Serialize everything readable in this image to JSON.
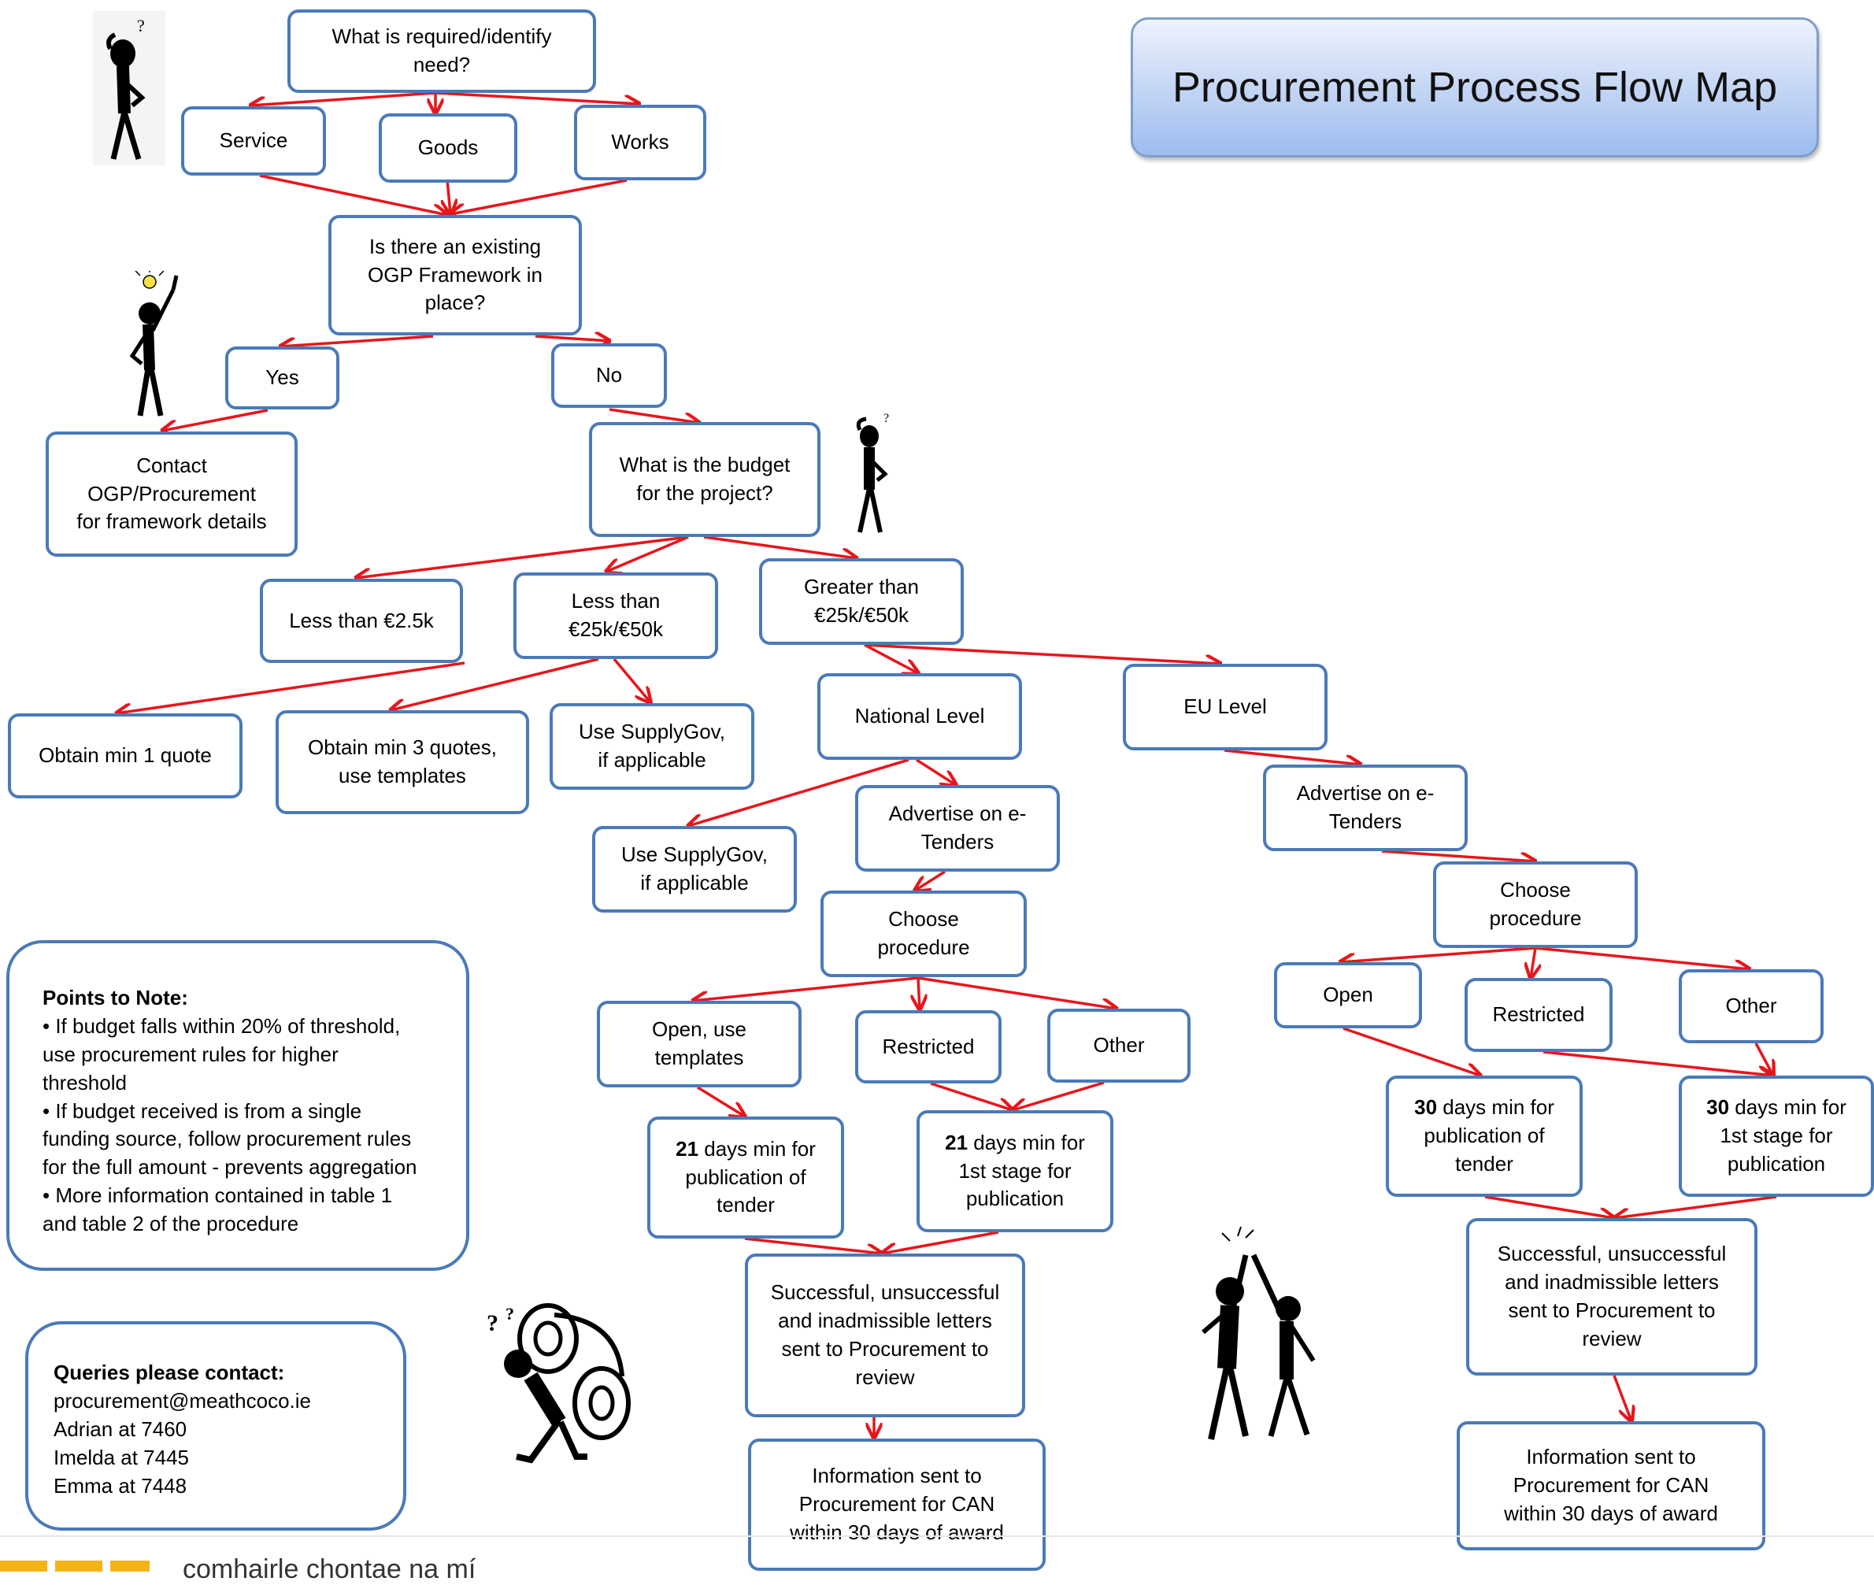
{
  "title": "Procurement Process Flow Map",
  "colors": {
    "box_border": "#4a7ab8",
    "arrow": "#e8151b",
    "title_gradient_top": "#eef3fd",
    "title_gradient_bottom": "#9dbcf0"
  },
  "nodes": {
    "identify_need": [
      "What is required/identify",
      "need?"
    ],
    "service": [
      "Service"
    ],
    "goods": [
      "Goods"
    ],
    "works": [
      "Works"
    ],
    "ogp_framework": [
      "Is there an existing",
      "OGP Framework in",
      "place?"
    ],
    "yes": [
      "Yes"
    ],
    "no": [
      "No"
    ],
    "contact_ogp": [
      "Contact",
      "OGP/Procurement",
      "for framework details"
    ],
    "budget": [
      "What is the budget",
      "for the project?"
    ],
    "lt_2_5k": [
      "Less than €2.5k"
    ],
    "lt_25k": [
      "Less than",
      "€25k/€50k"
    ],
    "gt_25k": [
      "Greater than",
      "€25k/€50k"
    ],
    "min_1_quote": [
      "Obtain min 1 quote"
    ],
    "min_3_quotes": [
      "Obtain min 3 quotes,",
      "use templates"
    ],
    "supplygov_a": [
      "Use SupplyGov,",
      "if applicable"
    ],
    "national": [
      "National Level"
    ],
    "eu": [
      "EU Level"
    ],
    "supplygov_b": [
      "Use SupplyGov,",
      "if applicable"
    ],
    "nat_advertise": [
      "Advertise on e-",
      "Tenders"
    ],
    "nat_choose": [
      "Choose",
      "procedure"
    ],
    "nat_open": [
      "Open, use",
      "templates"
    ],
    "nat_restricted": [
      "Restricted"
    ],
    "nat_other": [
      "Other"
    ],
    "nat_21_tender": [
      "days min for",
      "publication of",
      "tender"
    ],
    "nat_21_stage": [
      "days min for",
      "1st stage for",
      "publication"
    ],
    "nat_letters": [
      "Successful, unsuccessful",
      "and inadmissible letters",
      "sent to Procurement to",
      "review"
    ],
    "nat_can": [
      "Information sent to",
      "Procurement for CAN",
      "within 30 days of award"
    ],
    "eu_advertise": [
      "Advertise on e-",
      "Tenders"
    ],
    "eu_choose": [
      "Choose",
      "procedure"
    ],
    "eu_open": [
      "Open"
    ],
    "eu_restricted": [
      "Restricted"
    ],
    "eu_other": [
      "Other"
    ],
    "eu_30_tender": [
      "days min for",
      "publication of",
      "tender"
    ],
    "eu_30_stage": [
      "days min for",
      "1st stage for",
      "publication"
    ],
    "eu_letters": [
      "Successful, unsuccessful",
      "and inadmissible letters",
      "sent to Procurement to",
      "review"
    ],
    "eu_can": [
      "Information sent to",
      "Procurement for CAN",
      "within 30 days of award"
    ]
  },
  "days": {
    "nat_tender": "21",
    "nat_stage": "21",
    "eu_tender": "30",
    "eu_stage": "30"
  },
  "points_note": {
    "heading": "Points to Note:",
    "lines": [
      "• If budget falls within 20% of threshold,",
      "use procurement rules for higher",
      "threshold",
      "• If budget received is from a single",
      "funding source, follow procurement rules",
      "for the full amount - prevents aggregation",
      "• More information contained in table 1",
      "and table 2 of the procedure"
    ]
  },
  "contact_note": {
    "heading": "Queries please contact:",
    "lines": [
      "procurement@meathcoco.ie",
      "Adrian at 7460",
      "Imelda at 7445",
      "Emma at 7448"
    ]
  },
  "footer": {
    "text": "comhairle chontae na mí"
  },
  "figures": {
    "thinker_top": "question-figure-icon",
    "idea": "idea-figure-icon",
    "thinker_mid": "question-figure-icon",
    "confused": "confused-figure-icon",
    "high_five": "high-five-icon"
  }
}
